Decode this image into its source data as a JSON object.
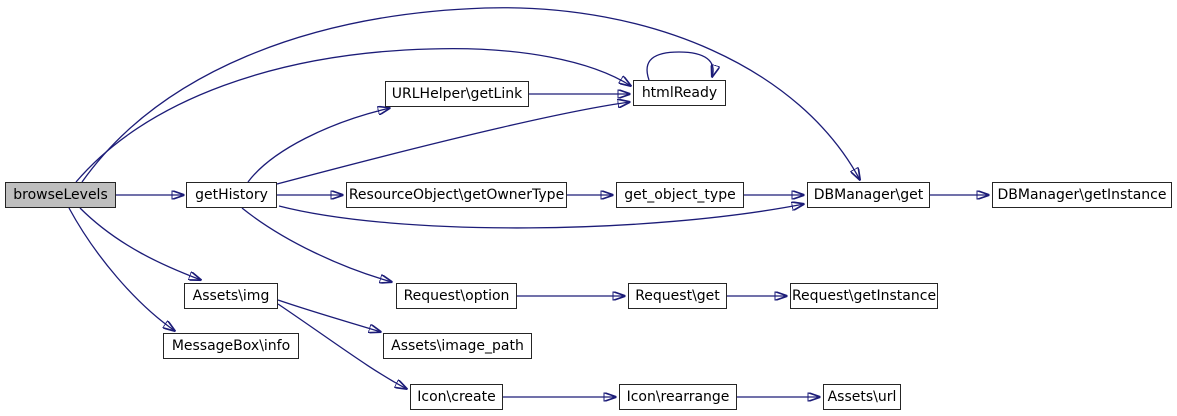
{
  "diagram": {
    "kind": "call-graph",
    "background_color": "#ffffff",
    "edge_color": "#1c1c78",
    "node_fill": "#ffffff",
    "node_border_color": "#252525",
    "highlight_node_fill": "#bfbfbf"
  },
  "nodes": {
    "browse_levels": {
      "label": "browseLevels",
      "highlighted": true
    },
    "get_history": {
      "label": "getHistory"
    },
    "urlhelper_getlink": {
      "label": "URLHelper\\getLink"
    },
    "html_ready": {
      "label": "htmlReady"
    },
    "resourceobject_getownertype": {
      "label": "ResourceObject\\getOwnerType"
    },
    "get_object_type": {
      "label": "get_object_type"
    },
    "dbmanager_get": {
      "label": "DBManager\\get"
    },
    "dbmanager_getinstance": {
      "label": "DBManager\\getInstance"
    },
    "request_option": {
      "label": "Request\\option"
    },
    "request_get": {
      "label": "Request\\get"
    },
    "request_getinstance": {
      "label": "Request\\getInstance"
    },
    "assets_img": {
      "label": "Assets\\img"
    },
    "messagebox_info": {
      "label": "MessageBox\\info"
    },
    "assets_image_path": {
      "label": "Assets\\image_path"
    },
    "icon_create": {
      "label": "Icon\\create"
    },
    "icon_rearrange": {
      "label": "Icon\\rearrange"
    },
    "assets_url": {
      "label": "Assets\\url"
    }
  },
  "edges": [
    {
      "from": "browseLevels",
      "to": "getHistory"
    },
    {
      "from": "browseLevels",
      "to": "DBManager\\get"
    },
    {
      "from": "browseLevels",
      "to": "htmlReady"
    },
    {
      "from": "browseLevels",
      "to": "Assets\\img"
    },
    {
      "from": "browseLevels",
      "to": "MessageBox\\info"
    },
    {
      "from": "getHistory",
      "to": "URLHelper\\getLink"
    },
    {
      "from": "getHistory",
      "to": "htmlReady"
    },
    {
      "from": "getHistory",
      "to": "ResourceObject\\getOwnerType"
    },
    {
      "from": "getHistory",
      "to": "DBManager\\get"
    },
    {
      "from": "getHistory",
      "to": "Request\\option"
    },
    {
      "from": "URLHelper\\getLink",
      "to": "htmlReady"
    },
    {
      "from": "htmlReady",
      "to": "htmlReady"
    },
    {
      "from": "ResourceObject\\getOwnerType",
      "to": "get_object_type"
    },
    {
      "from": "get_object_type",
      "to": "DBManager\\get"
    },
    {
      "from": "DBManager\\get",
      "to": "DBManager\\getInstance"
    },
    {
      "from": "Request\\option",
      "to": "Request\\get"
    },
    {
      "from": "Request\\get",
      "to": "Request\\getInstance"
    },
    {
      "from": "Assets\\img",
      "to": "Assets\\image_path"
    },
    {
      "from": "Assets\\img",
      "to": "Icon\\create"
    },
    {
      "from": "Icon\\create",
      "to": "Icon\\rearrange"
    },
    {
      "from": "Icon\\rearrange",
      "to": "Assets\\url"
    }
  ]
}
